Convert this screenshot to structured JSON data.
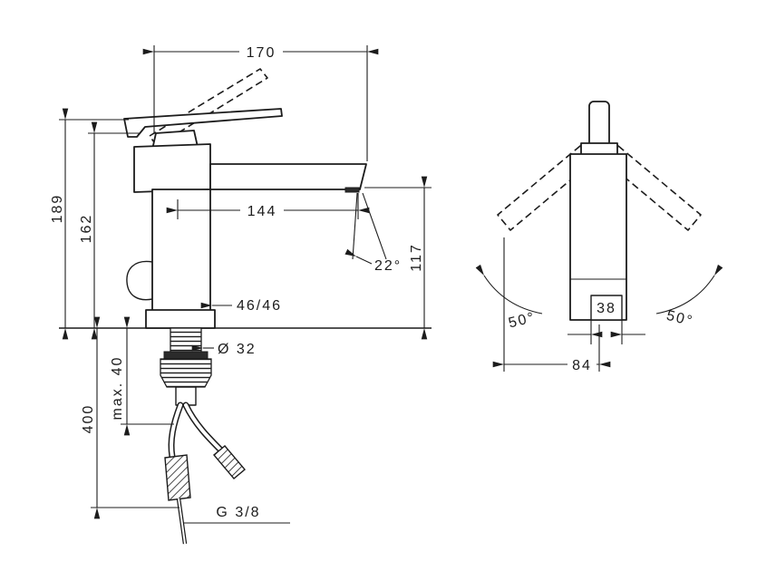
{
  "page": {
    "background": "#ffffff",
    "ink": "#1c1c1c",
    "description": "Technical dimension drawing of a single-lever basin mixer faucet, side view and front view"
  },
  "side_view": {
    "dims": {
      "width_top": "170",
      "height_total": "189",
      "height_body": "162",
      "spout_reach": "144",
      "spout_height": "117",
      "spray_angle": "22°",
      "center_offset": "46/46",
      "hole_diameter": "Ø 32",
      "max_thickness": "max. 40",
      "hose_length": "400",
      "thread": "G 3/8"
    }
  },
  "front_view": {
    "dims": {
      "swivel_left": "50°",
      "swivel_right": "50°",
      "aerator_width": "38",
      "handle_reach": "84"
    }
  }
}
